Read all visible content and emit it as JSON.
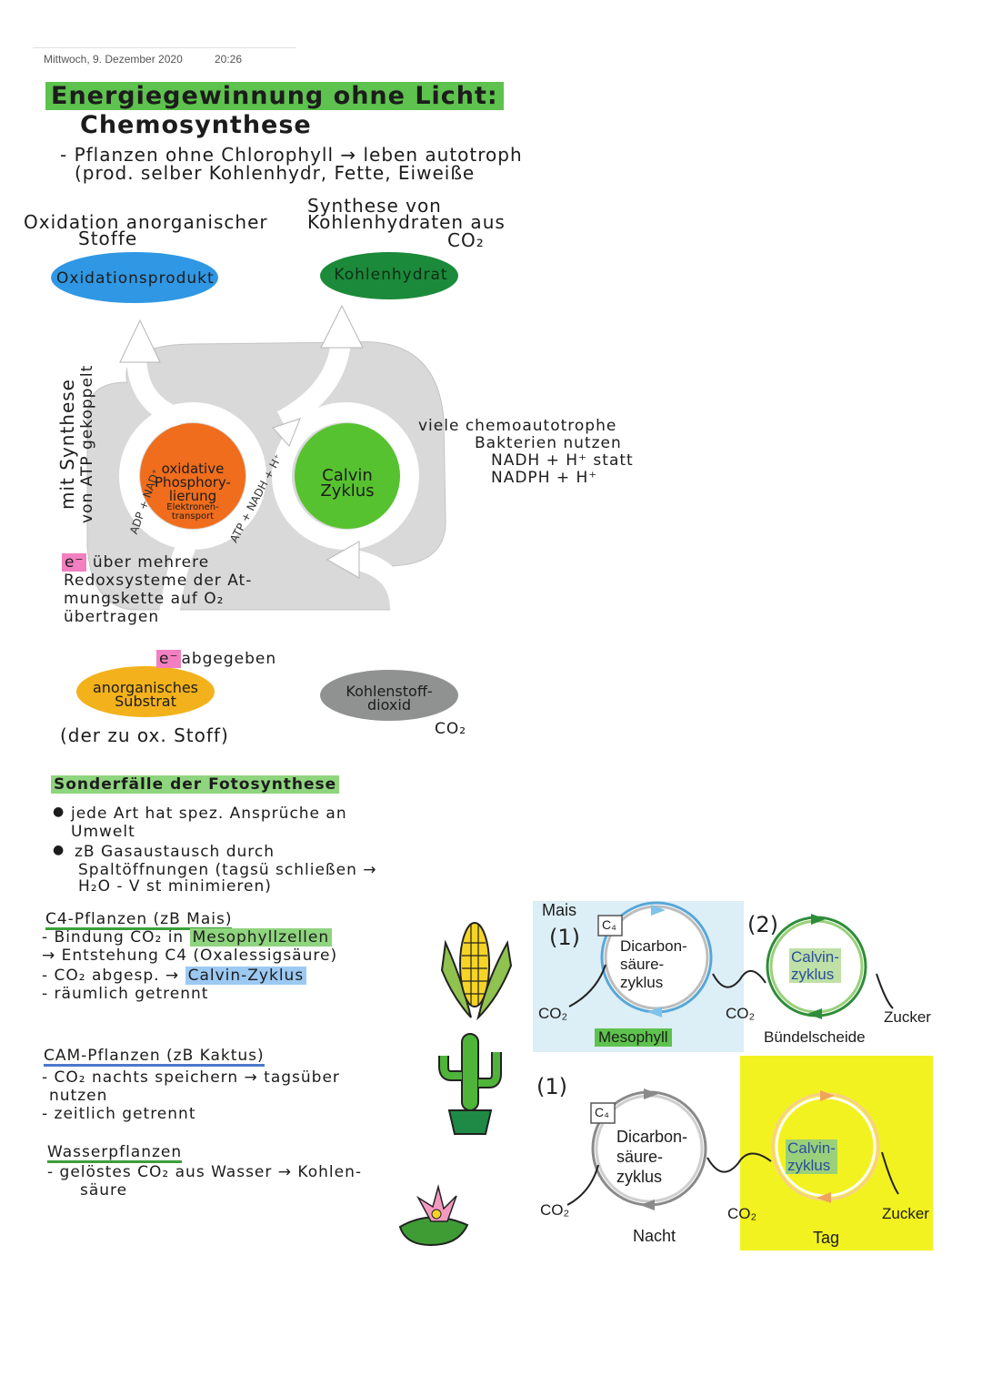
{
  "meta": {
    "date": "Mittwoch, 9. Dezember 2020",
    "time": "20:26"
  },
  "title": {
    "line1": "Energiegewinnung ohne Licht:",
    "line2": "Chemosynthese"
  },
  "intro": {
    "line1": "- Pflanzen ohne Chlorophyll → leben autotroph",
    "line2": "(prod. selber Kohlenhydr, Fette, Eiweiße"
  },
  "chemo": {
    "left_heading_1": "Oxidation anorganischer",
    "left_heading_2": "Stoffe",
    "right_heading_1": "Synthese von",
    "right_heading_2": "Kohlenhydraten aus",
    "right_heading_3": "CO₂",
    "oxidation_product": "Oxidationsprodukt",
    "carbohydrate": "Kohlenhydrat",
    "side_label_1": "mit Synthese",
    "side_label_2": "von ATP gekoppelt",
    "oxidative_1": "oxidative",
    "oxidative_2": "Phosphory-",
    "oxidative_3": "lierung",
    "oxidative_4": "Elektronen-",
    "oxidative_5": "transport",
    "adp_nad": "ADP + NAD⁺",
    "atp_nadh": "ATP + NADH + H⁺",
    "calvin_1": "Calvin",
    "calvin_2": "Zyklus",
    "bacteria_1": "viele chemoautotrophe",
    "bacteria_2": "Bakterien nutzen",
    "bacteria_3": "NADH + H⁺ statt",
    "bacteria_4": "NADPH + H⁺",
    "e_note_prefix": "e⁻",
    "e_note_1": "über mehrere",
    "e_note_2": "Redoxsysteme der At-",
    "e_note_3": "mungskette auf O₂",
    "e_note_4": "übertragen",
    "e_released_prefix": "e⁻",
    "e_released": "abgegeben",
    "substrate_1": "anorganisches",
    "substrate_2": "Substrat",
    "co2_box_1": "Kohlenstoff-",
    "co2_box_2": "dioxid",
    "co2_small": "CO₂",
    "substrate_note": "(der zu ox. Stoff)"
  },
  "special": {
    "heading": "Sonderfälle der Fotosynthese",
    "bullet1_1": "jede Art hat spez. Ansprüche an",
    "bullet1_2": "Umwelt",
    "bullet2_1": "zB Gasaustausch durch",
    "bullet2_2": "Spaltöffnungen (tagsü schließen →",
    "bullet2_3": "H₂O - V      st minimieren)",
    "c4_title": "C4-Pflanzen (zB Mais)",
    "c4_1_pre": "- Bindung CO₂ in",
    "c4_1_hl": "Mesophyllzellen",
    "c4_2": "→ Entstehung C4 (Oxalessigsäure)",
    "c4_3_pre": "- CO₂ abgesp. →",
    "c4_3_hl": "Calvin-Zyklus",
    "c4_4": "- räumlich getrennt",
    "cam_title": "CAM-Pflanzen (zB Kaktus)",
    "cam_1": "- CO₂ nachts speichern → tagsüber",
    "cam_2": "nutzen",
    "cam_3": "- zeitlich getrennt",
    "water_title": "Wasserpflanzen",
    "water_1": "- gelöstes CO₂ aus Wasser → Kohlen-",
    "water_2": "säure"
  },
  "c4_diagram": {
    "plant": "Mais",
    "num1": "(1)",
    "num2": "(2)",
    "c4_box": "C₄",
    "dicarbon_1": "Dicarbon-",
    "dicarbon_2": "säure-",
    "dicarbon_3": "zyklus",
    "calvin_1": "Calvin-",
    "calvin_2": "zyklus",
    "co2_left": "CO₂",
    "co2_mid": "CO₂",
    "sugar": "Zucker",
    "mesophyll": "Mesophyll",
    "bundle_sheath": "Bündelscheide"
  },
  "cam_diagram": {
    "num1": "(1)",
    "c4_box": "C₄",
    "dicarbon_1": "Dicarbon-",
    "dicarbon_2": "säure-",
    "dicarbon_3": "zyklus",
    "calvin_1": "Calvin-",
    "calvin_2": "zyklus",
    "co2_left": "CO₂",
    "co2_mid": "CO₂",
    "sugar": "Zucker",
    "night": "Nacht",
    "day": "Tag"
  },
  "colors": {
    "highlight_green": "#5ec24e",
    "oxidation_product": "#2f97e3",
    "carbohydrate": "#1b8a3a",
    "oxidative": "#ef6d1c",
    "calvin": "#57c22f",
    "substrate": "#f3b21c",
    "co2_box": "#8f9291",
    "cell": "#d9d9d9",
    "mesophyll_bg": "#dceef6",
    "day_bg": "#f2f221"
  },
  "icons": [
    "corn-icon",
    "cactus-icon",
    "water-lily-icon"
  ]
}
